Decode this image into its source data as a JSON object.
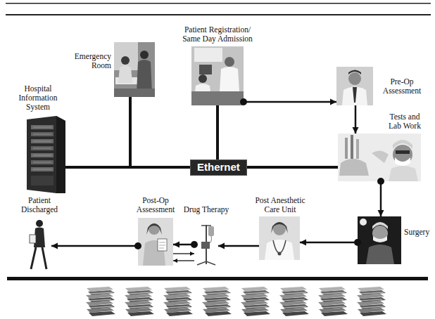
{
  "diagram": {
    "nodes": [
      {
        "text": [
          "Emergency Room"
        ]
      },
      {
        "text": [
          "Patient Registration/ Same Day Admission"
        ]
      },
      {
        "text": [
          "Hospital Information System"
        ]
      },
      {
        "text": [
          "Pre-Op Assessment"
        ]
      },
      {
        "text": [
          "Tests and Lab Work"
        ]
      },
      {
        "text": [
          "Ethernet"
        ]
      },
      {
        "text": [
          "Patient Discharged"
        ]
      },
      {
        "text": [
          "Post-Op Assessment"
        ]
      },
      {
        "text": [
          "Drug Therapy"
        ]
      },
      {
        "text": [
          "Post Anesthetic Care Unit"
        ]
      },
      {
        "text": [
          "Surgery"
        ]
      }
    ],
    "edges": [
      {
        "from": 0,
        "to": 5,
        "arrow": "none"
      },
      {
        "from": 1,
        "to": 5,
        "arrow": "none"
      },
      {
        "from": 5,
        "to": 2,
        "arrow": "none"
      },
      {
        "from": 5,
        "to": 4,
        "arrow": "none"
      },
      {
        "from": 1,
        "to": 3,
        "arrow": "to"
      },
      {
        "from": 3,
        "to": 4,
        "arrow": "to"
      },
      {
        "from": 4,
        "to": 10,
        "arrow": "to"
      },
      {
        "from": 10,
        "to": 9,
        "arrow": "to"
      },
      {
        "from": 9,
        "to": 8,
        "arrow": "to"
      },
      {
        "from": 8,
        "to": 7,
        "arrow": "to"
      },
      {
        "from": 7,
        "to": 8,
        "arrow": "to"
      },
      {
        "from": 8,
        "to": 7,
        "arrow": "to"
      },
      {
        "from": 7,
        "to": 6,
        "arrow": "to"
      }
    ]
  }
}
